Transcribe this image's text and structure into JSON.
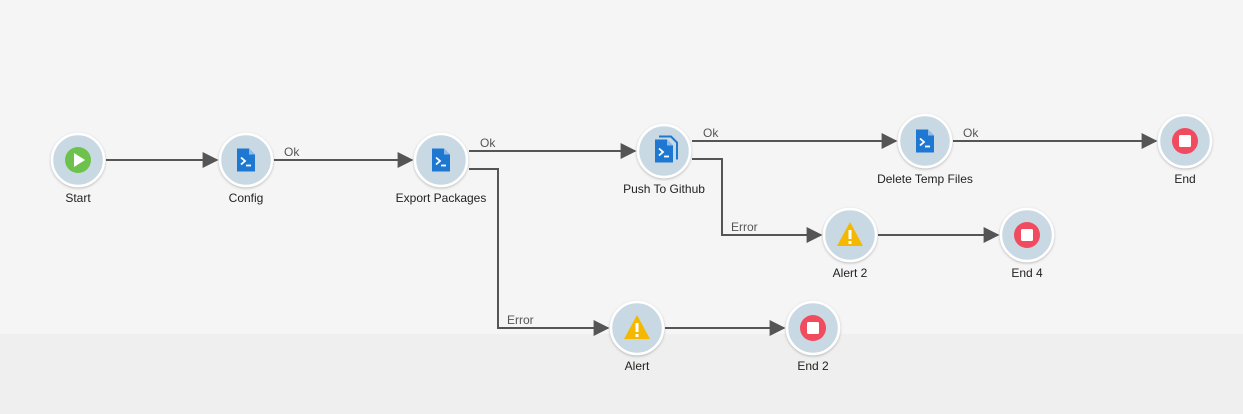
{
  "workflow": {
    "nodes": [
      {
        "id": "start",
        "label": "Start",
        "icon": "play-icon"
      },
      {
        "id": "config",
        "label": "Config",
        "icon": "script-file-icon"
      },
      {
        "id": "export",
        "label": "Export Packages",
        "icon": "script-file-icon"
      },
      {
        "id": "push",
        "label": "Push To Github",
        "icon": "script-file-stack-icon"
      },
      {
        "id": "delete",
        "label": "Delete Temp Files",
        "icon": "script-file-icon"
      },
      {
        "id": "end",
        "label": "End",
        "icon": "stop-icon"
      },
      {
        "id": "alert2",
        "label": "Alert 2",
        "icon": "warning-icon"
      },
      {
        "id": "end4",
        "label": "End 4",
        "icon": "stop-icon"
      },
      {
        "id": "alert",
        "label": "Alert",
        "icon": "warning-icon"
      },
      {
        "id": "end2",
        "label": "End 2",
        "icon": "stop-icon"
      }
    ],
    "edges": [
      {
        "from": "start",
        "to": "config",
        "label": ""
      },
      {
        "from": "config",
        "to": "export",
        "label": "Ok"
      },
      {
        "from": "export",
        "to": "push",
        "label": "Ok"
      },
      {
        "from": "export",
        "to": "alert",
        "label": "Error"
      },
      {
        "from": "push",
        "to": "delete",
        "label": "Ok"
      },
      {
        "from": "push",
        "to": "alert2",
        "label": "Error"
      },
      {
        "from": "delete",
        "to": "end",
        "label": "Ok"
      },
      {
        "from": "alert2",
        "to": "end4",
        "label": ""
      },
      {
        "from": "alert",
        "to": "end2",
        "label": ""
      }
    ]
  },
  "colors": {
    "node_fill": "#c9d9e4",
    "node_stroke": "#ffffff",
    "edge": "#555555",
    "start": "#6cc24a",
    "script": "#1e78d2",
    "warning": "#f5b800",
    "stop": "#f04b5e"
  }
}
